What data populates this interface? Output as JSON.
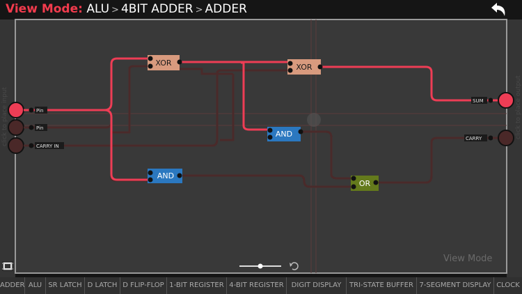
{
  "breadcrumb": {
    "mode_label": "View Mode:",
    "items": [
      "ALU",
      "4BIT ADDER",
      "ADDER"
    ],
    "separator": ">"
  },
  "side_hints": {
    "left": "click to place input",
    "right": "click to place output"
  },
  "gates": [
    {
      "type": "XOR",
      "color": "#d89a7e"
    },
    {
      "type": "XOR",
      "color": "#d89a7e"
    },
    {
      "type": "AND",
      "color": "#2b78c0"
    },
    {
      "type": "AND",
      "color": "#2b78c0"
    },
    {
      "type": "OR",
      "color": "#647a1c"
    }
  ],
  "inputs": [
    {
      "label": "Pin",
      "state": "on"
    },
    {
      "label": "Pin",
      "state": "off"
    },
    {
      "label": "CARRY IN",
      "state": "off"
    }
  ],
  "outputs": [
    {
      "label": "SUM",
      "state": "on"
    },
    {
      "label": "CARRY",
      "state": "off"
    }
  ],
  "watermark": "View Mode",
  "zoom_slider": {
    "value": 0.5
  },
  "icons": {
    "back": "back-arrow-icon",
    "chip": "chip-icon",
    "refresh": "refresh-icon"
  },
  "colors": {
    "wire_on": "#ee3d55",
    "wire_off": "#4a2a2a",
    "pin_on": "#ee3d55",
    "pin_off": "#4a2828",
    "accent": "#f23b4d"
  },
  "tabs": [
    "ADDER",
    "ALU",
    "SR LATCH",
    "D LATCH",
    "D FLIP-FLOP",
    "1-BIT REGISTER",
    "4-BIT REGISTER",
    "DIGIT DISPLAY",
    "TRI-STATE BUFFER",
    "7-SEGMENT DISPLAY",
    "CLOCK"
  ]
}
